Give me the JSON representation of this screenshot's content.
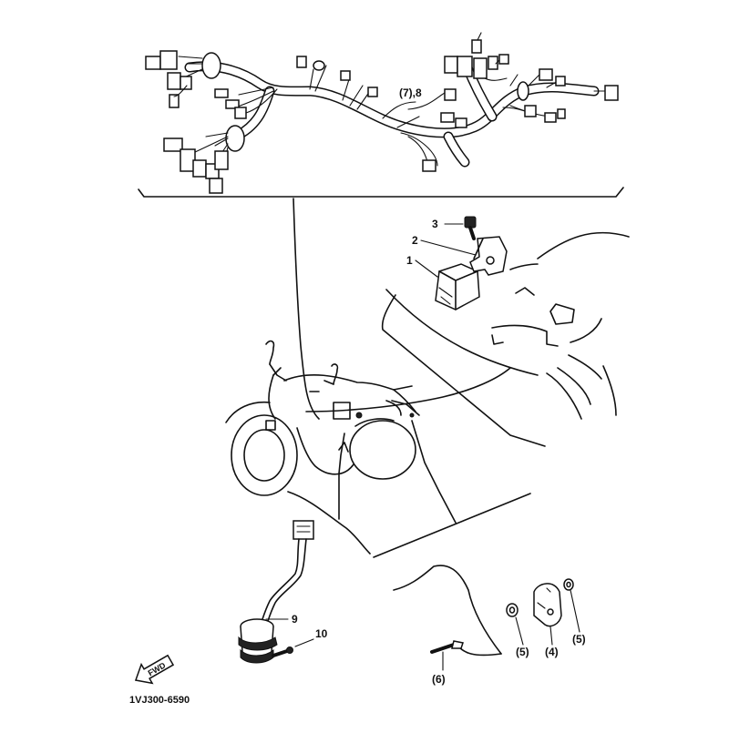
{
  "diagram": {
    "code": "1VJ300-6590",
    "fwd_label": "FWD",
    "callouts": [
      {
        "id": "1",
        "text": "1"
      },
      {
        "id": "2",
        "text": "2"
      },
      {
        "id": "3",
        "text": "3"
      },
      {
        "id": "4",
        "text": "(4)"
      },
      {
        "id": "5a",
        "text": "(5)"
      },
      {
        "id": "5b",
        "text": "(5)"
      },
      {
        "id": "6",
        "text": "(6)"
      },
      {
        "id": "78",
        "text": "(7),8"
      },
      {
        "id": "9",
        "text": "9"
      },
      {
        "id": "10",
        "text": "10"
      }
    ]
  }
}
